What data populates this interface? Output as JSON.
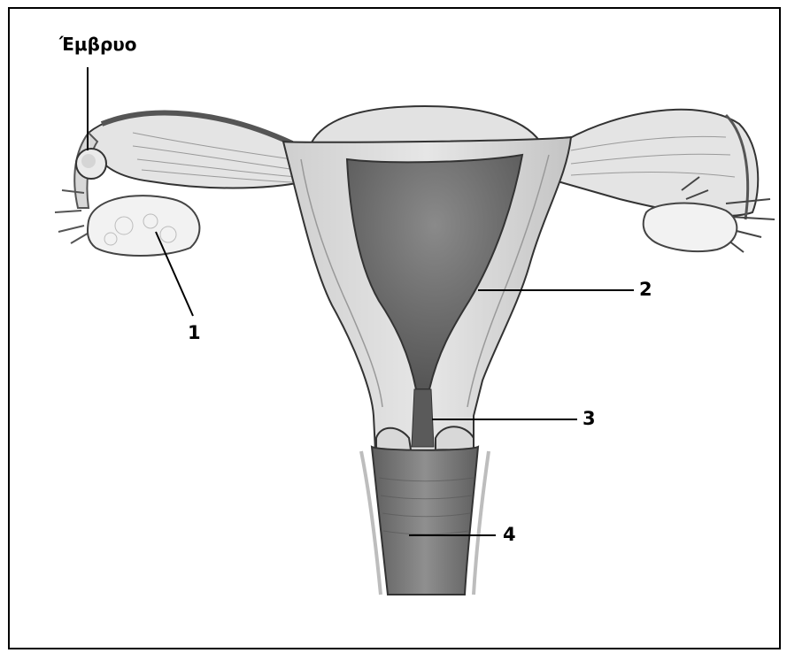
{
  "labels": {
    "embryo": "Έμβρυο",
    "l1": "1",
    "l2": "2",
    "l3": "3",
    "l4": "4"
  },
  "colors": {
    "outline": "#333333",
    "tissue_light": "#e8e8e8",
    "tissue_mid": "#bdbdbd",
    "cavity": "#6f6f6f",
    "vagina": "#7a7a7a"
  }
}
